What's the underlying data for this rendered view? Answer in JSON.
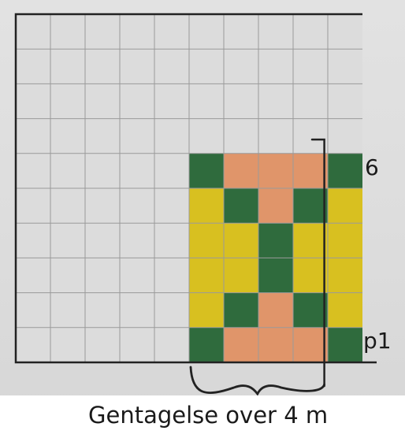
{
  "pattern": {
    "columns": 10,
    "rows": 10,
    "row_labels": {
      "top": "6",
      "bottom": "p1"
    },
    "caption": "Gentagelse over 4 m",
    "colors": {
      "background": "#dcdcdc",
      "grid_line": "#9a9a9a",
      "border": "#222222",
      "G": "#2f6b3d",
      "O": "#e0956a",
      "Y": "#d8c020"
    },
    "cells": [
      "..........",
      "..........",
      "..........",
      "..........",
      ".....GOOOG",
      ".....YGOGY",
      ".....YYGYY",
      ".....YYGYY",
      ".....YGOGY",
      ".....GOOOG"
    ]
  }
}
